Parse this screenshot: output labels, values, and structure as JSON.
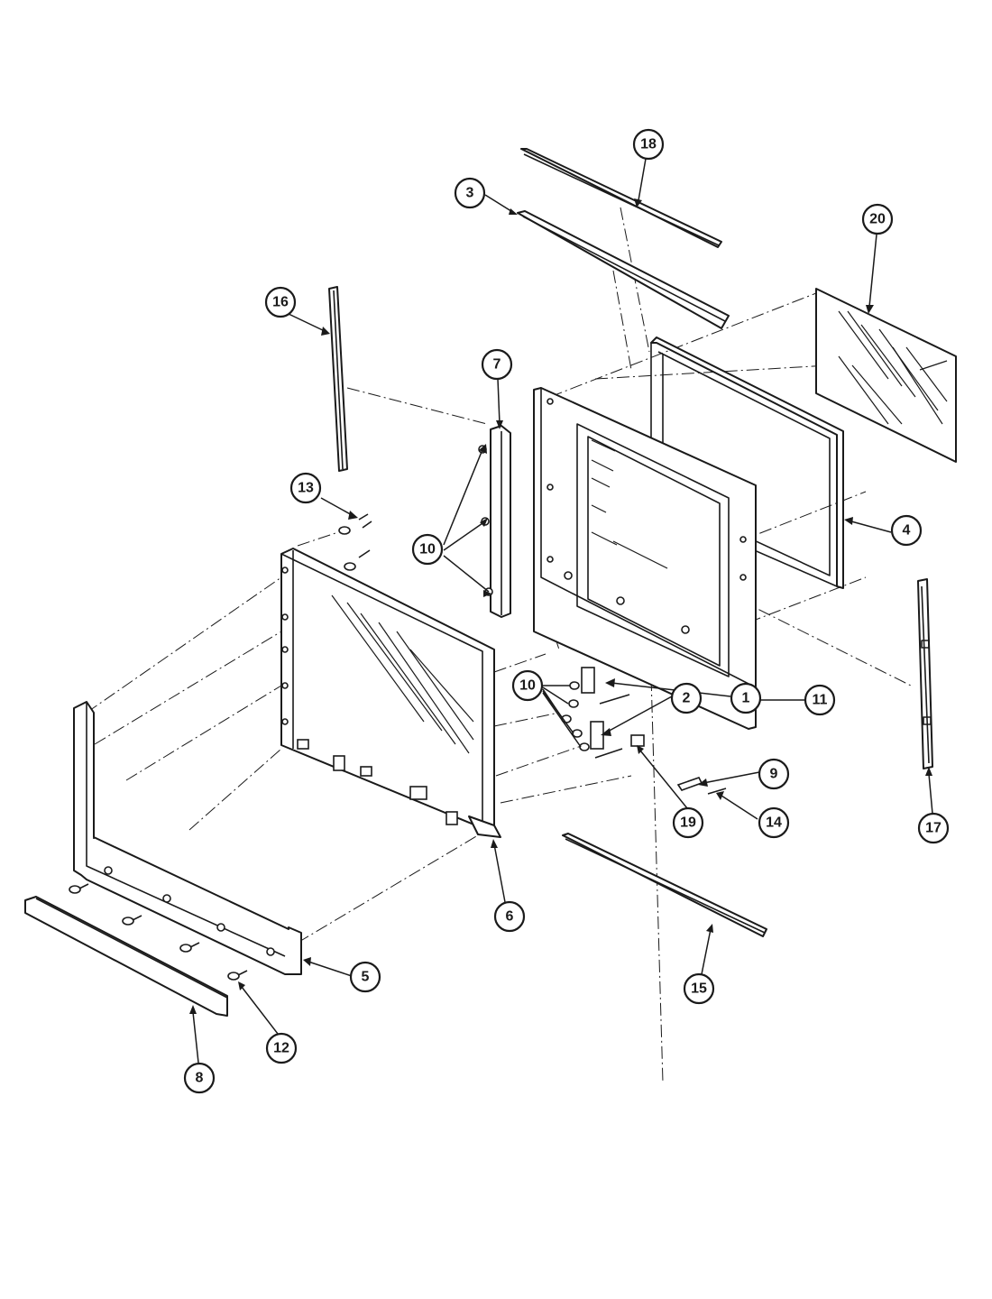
{
  "callouts": [
    {
      "id": "c18",
      "label": "18"
    },
    {
      "id": "c3",
      "label": "3"
    },
    {
      "id": "c20",
      "label": "20"
    },
    {
      "id": "c16",
      "label": "16"
    },
    {
      "id": "c7",
      "label": "7"
    },
    {
      "id": "c13",
      "label": "13"
    },
    {
      "id": "c10a",
      "label": "10"
    },
    {
      "id": "c4",
      "label": "4"
    },
    {
      "id": "c10b",
      "label": "10"
    },
    {
      "id": "c2",
      "label": "2"
    },
    {
      "id": "c1",
      "label": "1"
    },
    {
      "id": "c11",
      "label": "11"
    },
    {
      "id": "c9",
      "label": "9"
    },
    {
      "id": "c14",
      "label": "14"
    },
    {
      "id": "c19",
      "label": "19"
    },
    {
      "id": "c17",
      "label": "17"
    },
    {
      "id": "c6",
      "label": "6"
    },
    {
      "id": "c5",
      "label": "5"
    },
    {
      "id": "c15",
      "label": "15"
    },
    {
      "id": "c12",
      "label": "12"
    },
    {
      "id": "c8",
      "label": "8"
    }
  ]
}
